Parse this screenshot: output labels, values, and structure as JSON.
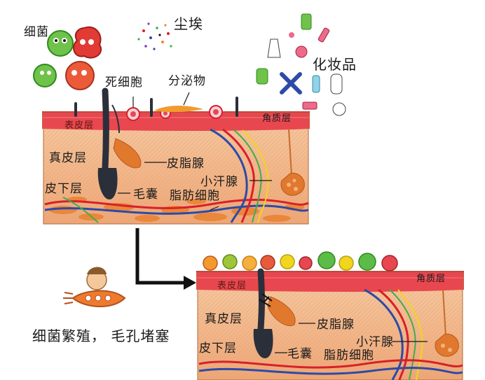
{
  "labels": {
    "bacteria": "细菌",
    "dust": "尘埃",
    "cosmetics": "化妆品",
    "dead_cells": "死细胞",
    "secretion": "分泌物",
    "stratum_corneum": "角质层",
    "epidermis": "表皮层",
    "dermis": "真皮层",
    "subcutaneous": "皮下层",
    "sebaceous_gland": "皮脂腺",
    "sweat_gland": "小汗腺",
    "hair_follicle": "毛囊",
    "fat_cells": "脂肪细胞",
    "bottom_caption": "细菌繁殖，  毛孔堵塞"
  },
  "colors": {
    "epidermis": "#e8474f",
    "dermis": "#f2b88e",
    "hair": "#2b2f3a",
    "gland": "#e0782e",
    "fat": "#e9873a",
    "artery": "#d8202a",
    "vein": "#2d4aa8",
    "nerve": "#f0d61c",
    "lymph": "#3fae49"
  }
}
